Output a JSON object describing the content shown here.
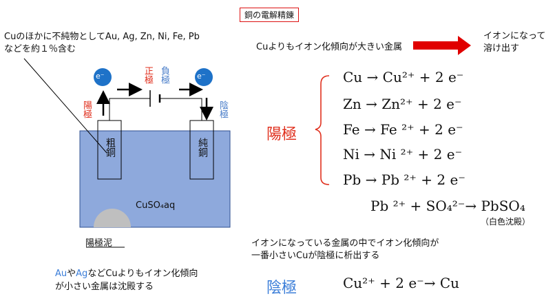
{
  "title": "銅の電解精錬",
  "impurity_note": {
    "line1": "Cuのほかに不純物としてAu, Ag, Zn, Ni, Fe, Pb",
    "line2": "などを約１％含む"
  },
  "electrons": {
    "left": "e⁻",
    "right": "e⁻"
  },
  "poles": {
    "positive": "正極",
    "negative": "負極"
  },
  "anode_label": "陽極",
  "cathode_label": "陰極",
  "crude_copper": "粗銅",
  "pure_copper": "純銅",
  "solution": "CuSO₄aq",
  "anode_mud": "陽極泥",
  "noble_note": {
    "au": "Au",
    "ya": "や",
    "ag": "Ag",
    "rest1": "などCuよりもイオン化傾向",
    "line2": "が小さい金属は沈殿する"
  },
  "tendency_note": "Cuよりもイオン化傾向が大きい金属",
  "dissolve_note": {
    "line1": "イオンになって",
    "line2": "溶け出す"
  },
  "anode_big_label": "陽極",
  "anode_equations": [
    "Cu → Cu²⁺ + 2 e⁻",
    "Zn → Zn²⁺ + 2 e⁻",
    "Fe → Fe ²⁺ + 2 e⁻",
    "Ni → Ni ²⁺ + 2 e⁻",
    "Pb  → Pb ²⁺ + 2 e⁻"
  ],
  "precipitate_equation": "Pb ²⁺ + SO₄²⁻→ PbSO₄",
  "precipitate_note": "（白色沈殿）",
  "cathode_note": {
    "line1": "イオンになっている金属の中でイオン化傾向が",
    "line2": "一番小さいCuが陰極に析出する"
  },
  "cathode_big_label": "陰極",
  "cathode_equation": "Cu²⁺ + 2 e⁻→ Cu",
  "colors": {
    "solution_fill": "#8ea9dc",
    "solution_stroke": "#2f4f8f",
    "mud_fill": "#bfbfbf",
    "electron_fill": "#1e72c8",
    "red_arrow": "#e00000",
    "positive_red": "#e0301e",
    "negative_blue": "#4a7ec9"
  }
}
